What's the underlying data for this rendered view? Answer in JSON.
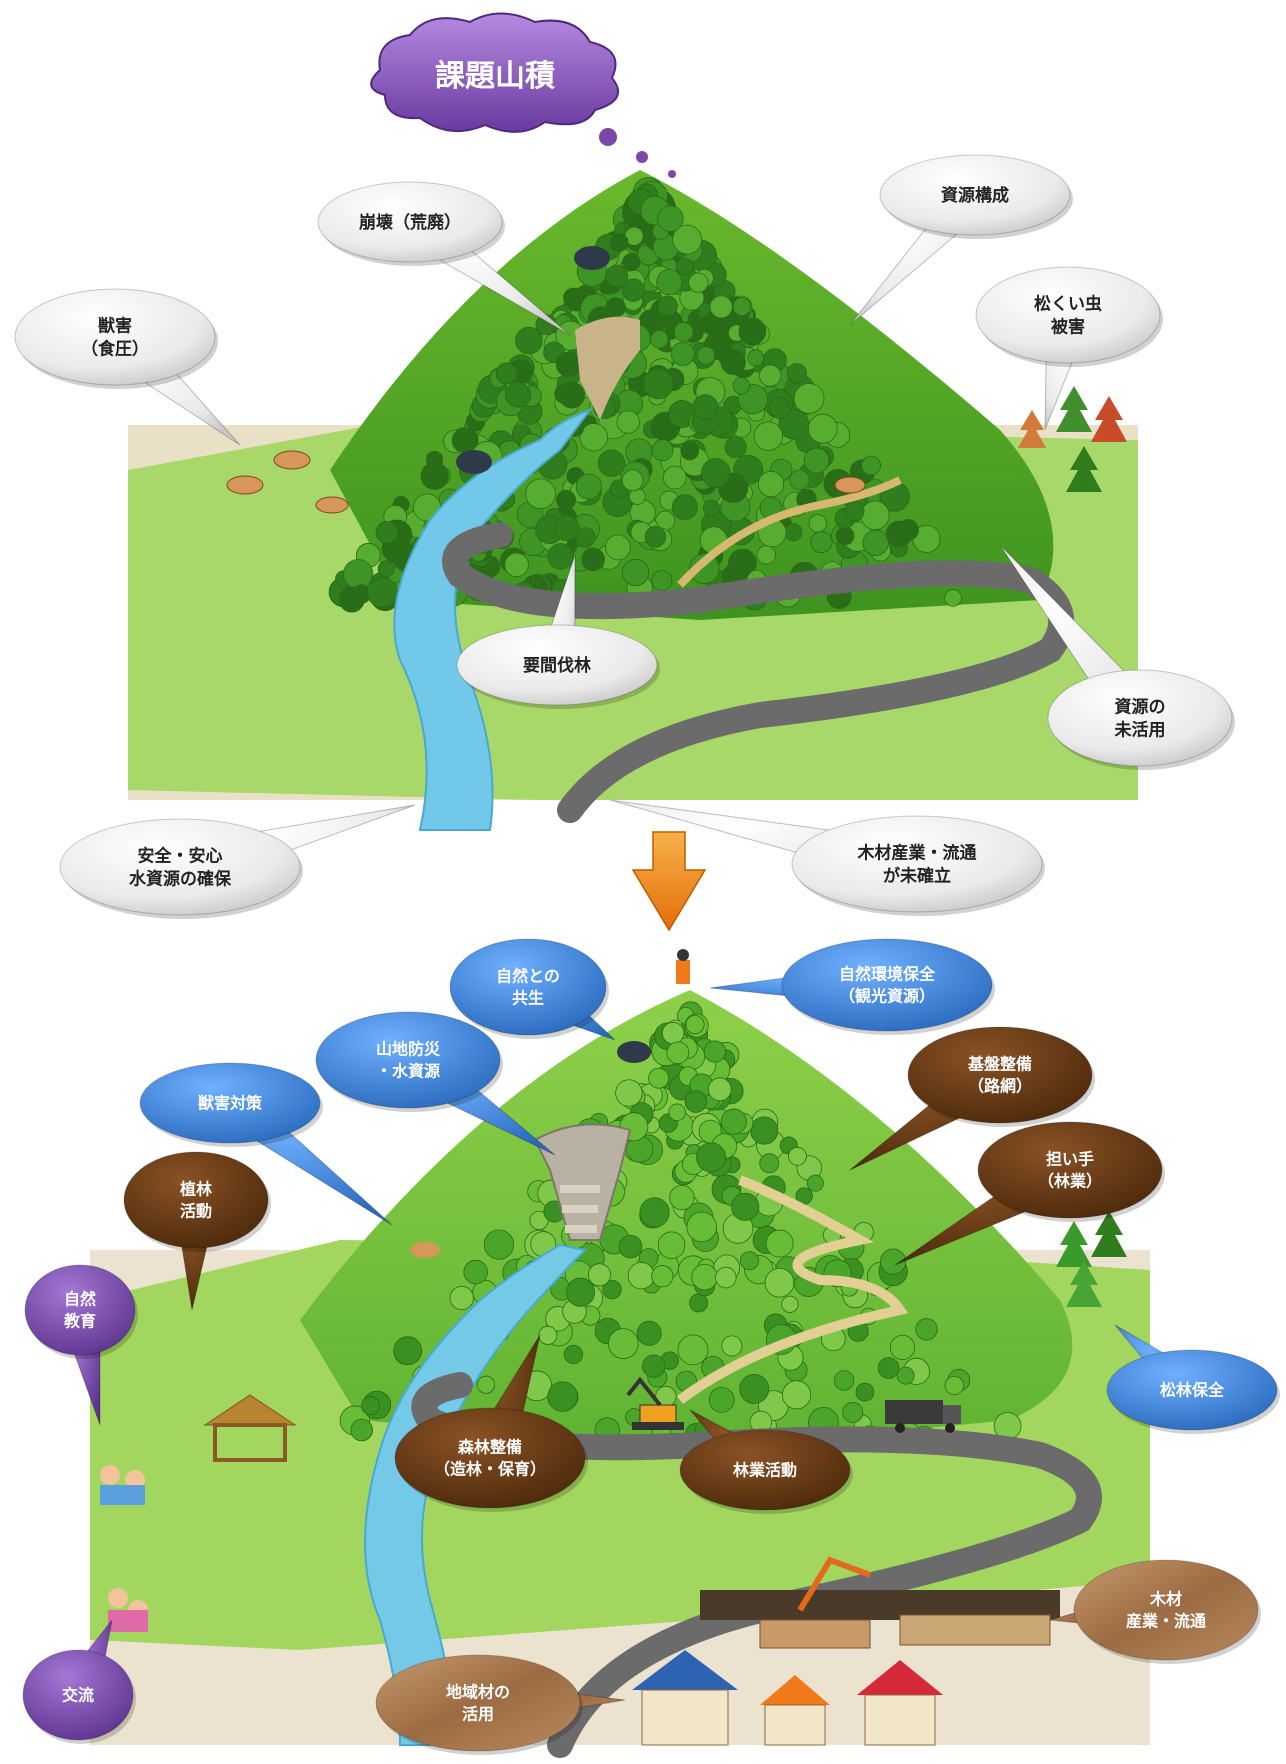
{
  "title_cloud": "課題山積",
  "before": {
    "bubbles": [
      {
        "id": "collapse",
        "lines": [
          "崩壊（荒廃）"
        ]
      },
      {
        "id": "resource-structure",
        "lines": [
          "資源構成"
        ]
      },
      {
        "id": "wildlife-damage",
        "lines": [
          "獣害",
          "（食圧）"
        ]
      },
      {
        "id": "pine-beetle",
        "lines": [
          "松くい虫",
          "被害"
        ]
      },
      {
        "id": "thinning-needed",
        "lines": [
          "要間伐林"
        ]
      },
      {
        "id": "unused-resources",
        "lines": [
          "資源の",
          "未活用"
        ]
      },
      {
        "id": "water-safety",
        "lines": [
          "安全・安心",
          "水資源の確保"
        ]
      },
      {
        "id": "timber-industry",
        "lines": [
          "木材産業・流通",
          "が未確立"
        ]
      }
    ]
  },
  "after": {
    "bubbles": [
      {
        "id": "coexist",
        "lines": [
          "自然との",
          "共生"
        ],
        "style": "blue"
      },
      {
        "id": "env-conservation",
        "lines": [
          "自然環境保全",
          "（観光資源）"
        ],
        "style": "blue"
      },
      {
        "id": "disaster-water",
        "lines": [
          "山地防災",
          "・水資源"
        ],
        "style": "blue"
      },
      {
        "id": "wildlife-measures",
        "lines": [
          "獣害対策"
        ],
        "style": "blue"
      },
      {
        "id": "infrastructure",
        "lines": [
          "基盤整備",
          "（路網）"
        ],
        "style": "brown"
      },
      {
        "id": "planting",
        "lines": [
          "植林",
          "活動"
        ],
        "style": "brown"
      },
      {
        "id": "workers",
        "lines": [
          "担い手",
          "（林業）"
        ],
        "style": "brown"
      },
      {
        "id": "nature-education",
        "lines": [
          "自然",
          "教育"
        ],
        "style": "purple"
      },
      {
        "id": "pine-conservation",
        "lines": [
          "松林保全"
        ],
        "style": "blue"
      },
      {
        "id": "forest-maintenance",
        "lines": [
          "森林整備",
          "（造林・保育）"
        ],
        "style": "brown"
      },
      {
        "id": "forestry-activity",
        "lines": [
          "林業活動"
        ],
        "style": "brown"
      },
      {
        "id": "timber-industry-after",
        "lines": [
          "木材",
          "産業・流通"
        ],
        "style": "wood"
      },
      {
        "id": "exchange",
        "lines": [
          "交流"
        ],
        "style": "purple"
      },
      {
        "id": "local-wood",
        "lines": [
          "地域材の",
          "活用"
        ],
        "style": "wood"
      }
    ]
  },
  "colors": {
    "forest_dark": "#2f7d1c",
    "forest_mid": "#4aa52a",
    "forest_light": "#7cc83b",
    "ground": "#e7dfc8",
    "river": "#6fc7e8",
    "road": "#6b6b6b",
    "blue_bubble": "#3a7fd0",
    "brown_bubble": "#6b3a12",
    "purple_bubble": "#7a49a8",
    "wood_bubble": "#a77a52",
    "grey_bubble": "#eeeeee",
    "arrow": "#f08a17"
  }
}
